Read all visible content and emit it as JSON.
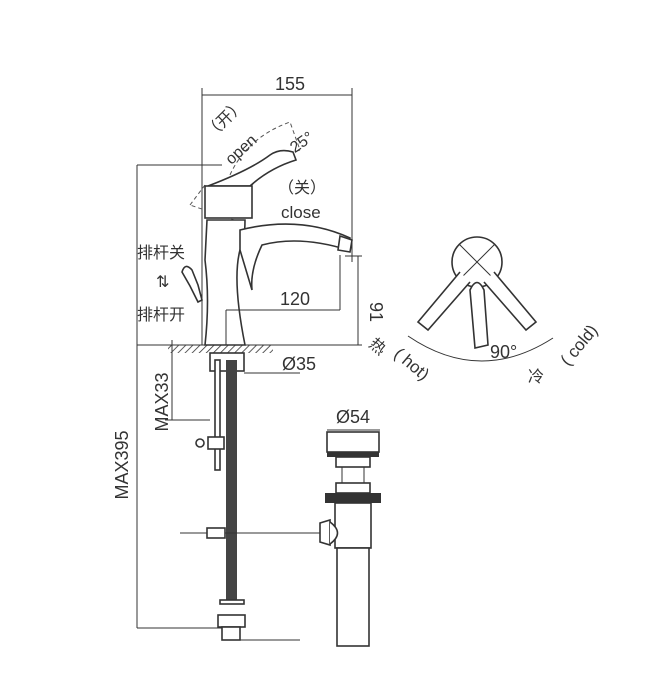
{
  "dimensions": {
    "width_top": "155",
    "spout_reach": "120",
    "spout_height": "91",
    "base_diameter": "Ø35",
    "deck_thickness": "MAX33",
    "hose_length": "MAX395",
    "drain_diameter": "Ø54",
    "swing_angle": "90°",
    "lift_angle": "25°"
  },
  "labels": {
    "open_cn": "（开）",
    "open_en": "open",
    "close_cn": "（关）",
    "close_en": "close",
    "drain_close": "排杆关",
    "drain_arrow": "⇅",
    "drain_open": "排杆开",
    "hot_cn": "热",
    "hot_en": "( hot)",
    "cold_cn": "冷",
    "cold_en": "( cold)"
  }
}
